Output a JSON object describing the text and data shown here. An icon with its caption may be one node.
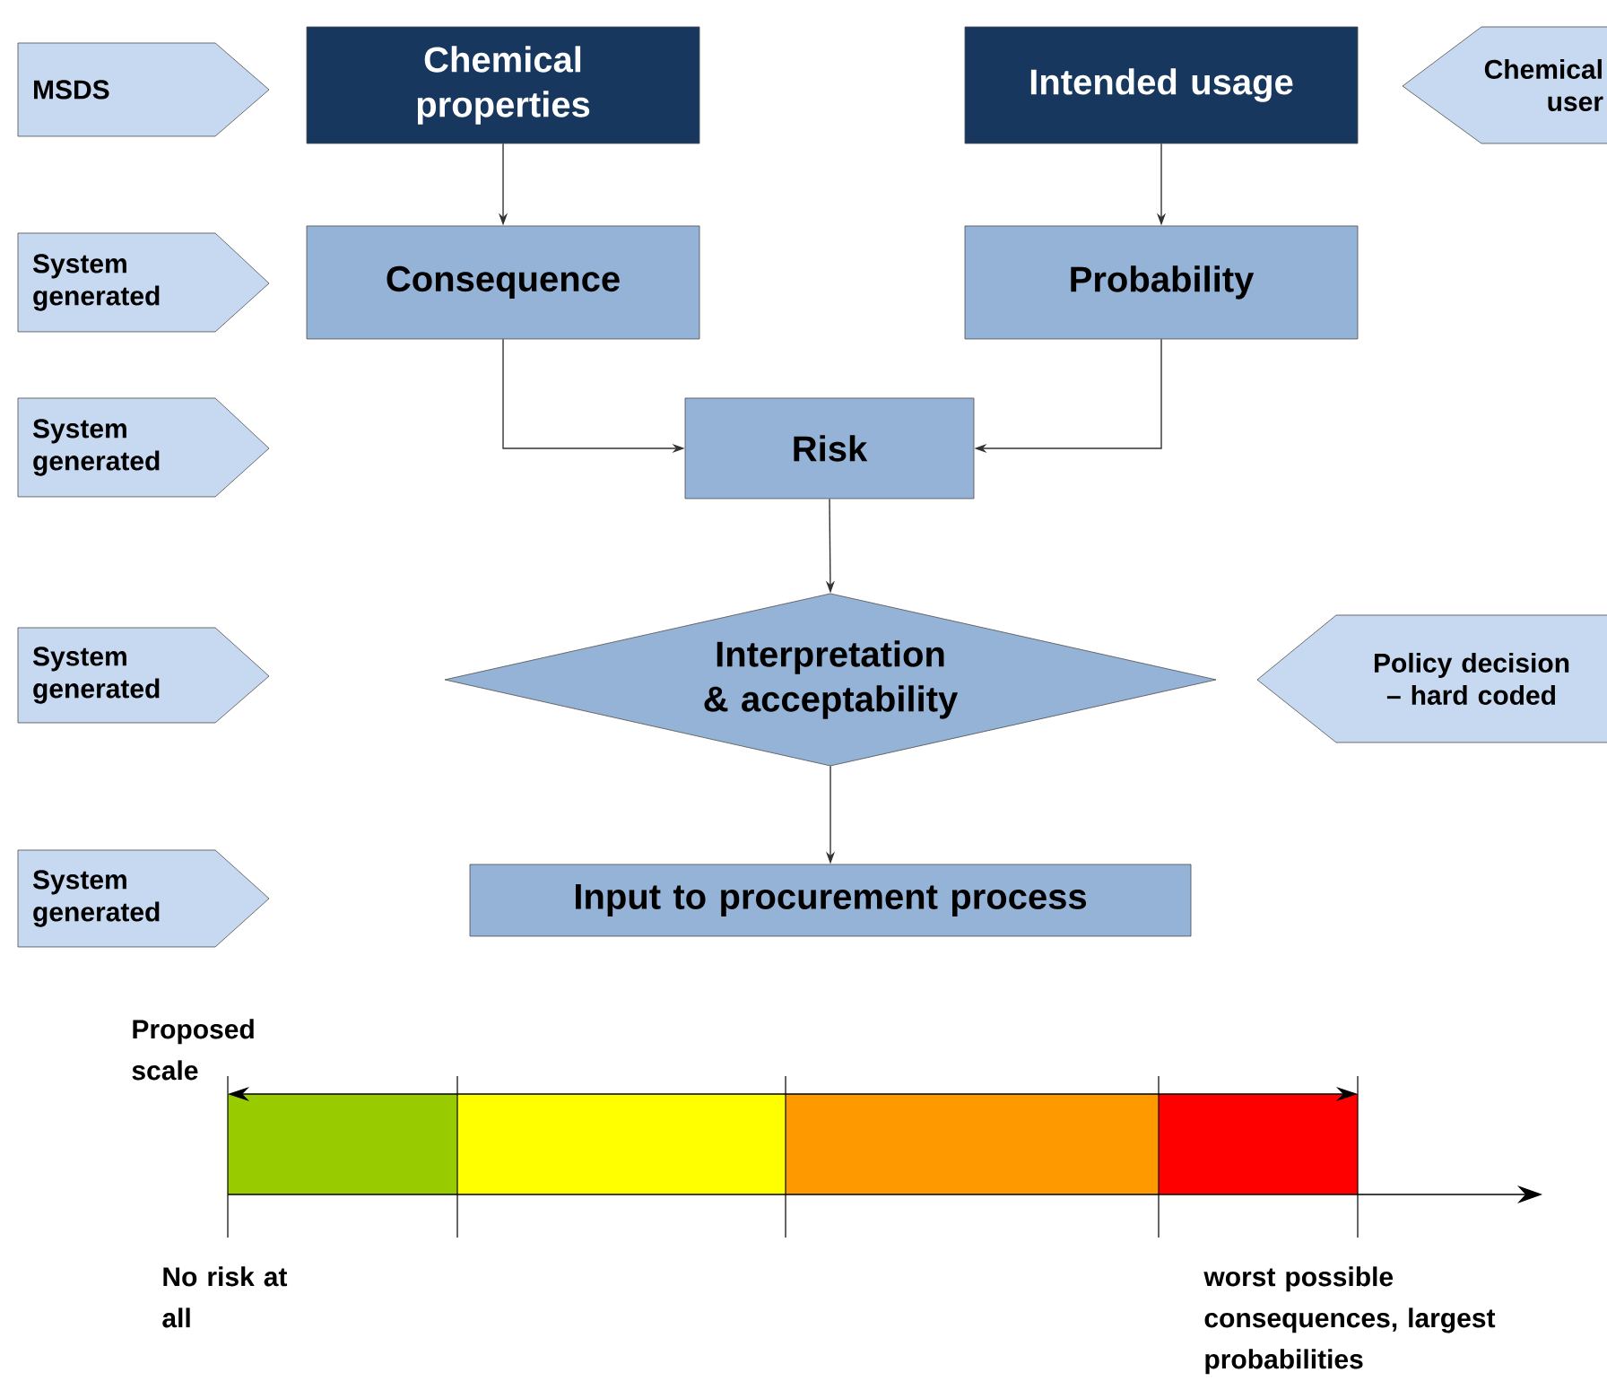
{
  "diagram": {
    "nodes": [
      {
        "text": [
          "MSDS"
        ]
      },
      {
        "text": [
          "Chemical properties"
        ]
      },
      {
        "text": [
          "Intended usage"
        ]
      },
      {
        "text": [
          "Chemical user"
        ]
      },
      {
        "text": [
          "System generated"
        ]
      },
      {
        "text": [
          "Consequence"
        ]
      },
      {
        "text": [
          "Probability"
        ]
      },
      {
        "text": [
          "System generated"
        ]
      },
      {
        "text": [
          "Risk"
        ]
      },
      {
        "text": [
          "System generated"
        ]
      },
      {
        "text": [
          "Interpretation & acceptability"
        ]
      },
      {
        "text": [
          "Policy decision – hard coded"
        ]
      },
      {
        "text": [
          "System generated"
        ]
      },
      {
        "text": [
          "Input to procurement process"
        ]
      }
    ],
    "edges": [
      {
        "from": 1,
        "to": 5,
        "arrow": "to"
      },
      {
        "from": 2,
        "to": 6,
        "arrow": "to"
      },
      {
        "from": 5,
        "to": 8,
        "arrow": "to"
      },
      {
        "from": 6,
        "to": 8,
        "arrow": "to"
      },
      {
        "from": 8,
        "to": 10,
        "arrow": "to"
      },
      {
        "from": 10,
        "to": 13,
        "arrow": "to"
      }
    ],
    "labels": [
      "Proposed scale",
      "No risk at all",
      "worst possible consequences, largest probabilities"
    ]
  }
}
